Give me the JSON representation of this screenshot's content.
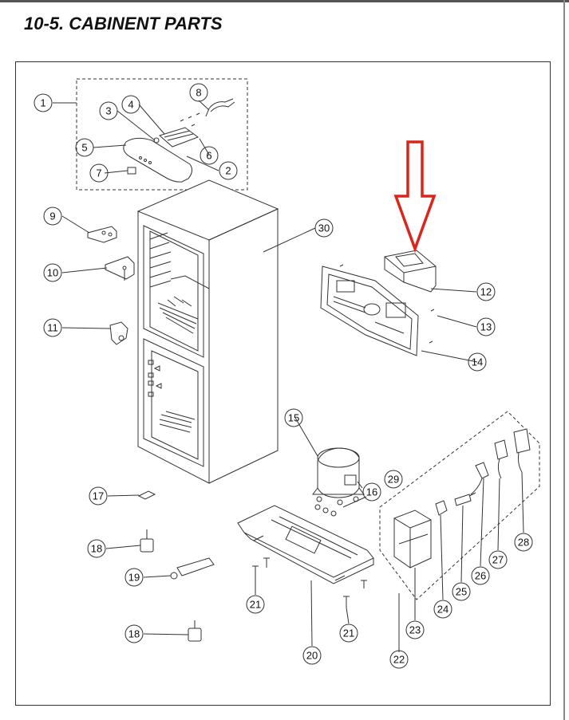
{
  "title": "10-5. CABINENT PARTS",
  "callouts": {
    "c1": "1",
    "c2": "2",
    "c3": "3",
    "c4": "4",
    "c5": "5",
    "c6": "6",
    "c7": "7",
    "c8": "8",
    "c9": "9",
    "c10": "10",
    "c11": "11",
    "c12": "12",
    "c13": "13",
    "c14": "14",
    "c15": "15",
    "c16": "16",
    "c17": "17",
    "c18a": "18",
    "c18b": "18",
    "c19": "19",
    "c20": "20",
    "c21a": "21",
    "c21b": "21",
    "c22": "22",
    "c23": "23",
    "c24": "24",
    "c25": "25",
    "c26": "26",
    "c27": "27",
    "c28": "28",
    "c29": "29",
    "c30": "30"
  },
  "colors": {
    "arrow": "#d9261c",
    "line": "#333333"
  }
}
